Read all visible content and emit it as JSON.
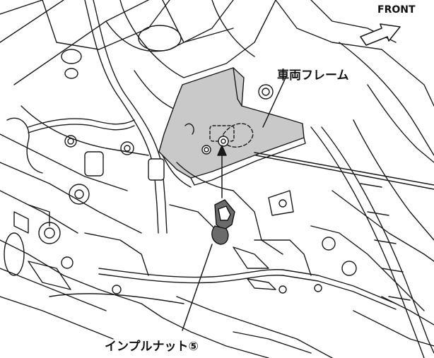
{
  "labels": {
    "front": "FRONT",
    "vehicle_frame": "車両フレーム",
    "inple_nut": "インプルナット⑤"
  },
  "colors": {
    "line": "#1a1a1a",
    "frame_fill": "#c9c9c9",
    "nut_fill": "#6b6b6b",
    "background": "#ffffff"
  },
  "icons": {
    "direction": "front-arrow-icon"
  }
}
